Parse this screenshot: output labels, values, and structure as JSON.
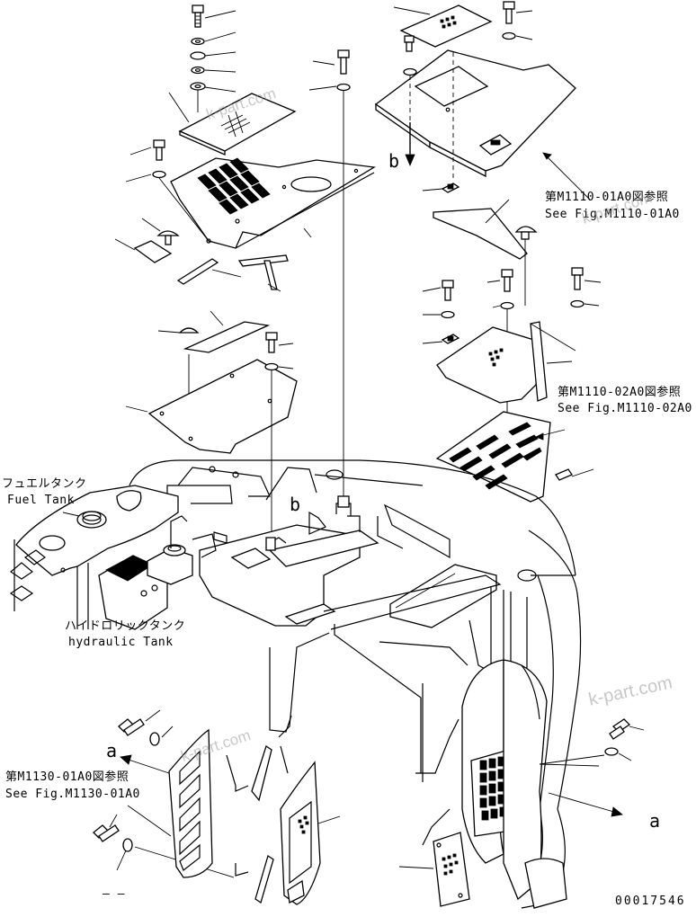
{
  "labels": {
    "fuel_tank_jp": "フュエルタンク",
    "fuel_tank_en": "Fuel Tank",
    "hydraulic_tank_jp": "ハイドロリックタンク",
    "hydraulic_tank_en": "hydraulic Tank",
    "ref_m1110_01_jp": "第M1110-01A0図参照",
    "ref_m1110_01_en": "See Fig.M1110-01A0",
    "ref_m1110_02_jp": "第M1110-02A0図参照",
    "ref_m1110_02_en": "See Fig.M1110-02A0",
    "ref_m1130_01_jp": "第M1130-01A0図参照",
    "ref_m1130_01_en": "See Fig.M1130-01A0",
    "marker_a_left": "a",
    "marker_a_right": "a",
    "marker_b_top": "b",
    "marker_b_mid": "b",
    "dash_mark": "– –",
    "drawing_number": "00017546"
  },
  "watermarks": [
    "k-part.com",
    "k-part.com",
    "k-part.com",
    "k-part.com"
  ]
}
